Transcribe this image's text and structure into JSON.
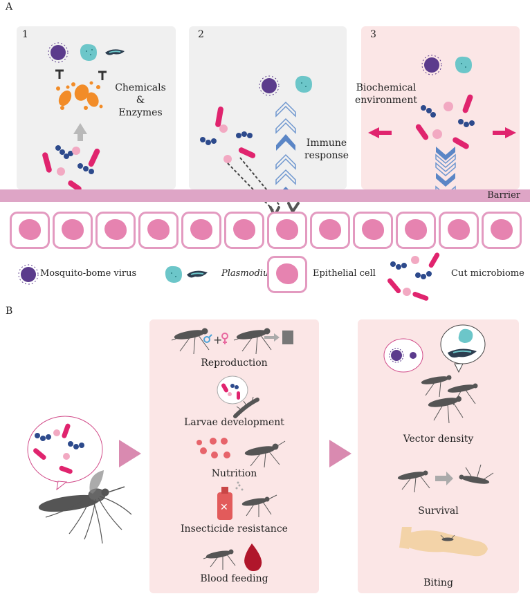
{
  "panel_a": {
    "letter": "A",
    "box1": {
      "number": "1",
      "label": "Chemicals\n&\nEnzymes"
    },
    "box2": {
      "number": "2",
      "label": "Immune\nresponse"
    },
    "box3": {
      "number": "3",
      "label": "Biochemical\nenvironment"
    },
    "barrier_label": "Barrier",
    "legend": {
      "virus": "Mosquito-bome virus",
      "plasmodium": "Plasmodium",
      "epithelial": "Epithelial cell",
      "microbiome": "Cut microbiome"
    }
  },
  "panel_b": {
    "letter": "B",
    "middle_items": [
      "Reproduction",
      "Larvae development",
      "Nutrition",
      "Insecticide resistance",
      "Blood feeding"
    ],
    "right_items": [
      "Vector density",
      "Survival",
      "Biting"
    ]
  },
  "colors": {
    "virus": "#5b3b8c",
    "plasmodium_cell": "#6cc6c9",
    "bacteria_pink": "#e0246e",
    "bacteria_blue": "#2d4a8c",
    "barrier": "#dea5c6",
    "cell_fill": "#e683b0",
    "box_grey": "#f0f0f0",
    "box_pink": "#fbe6e6",
    "arrow_pink": "#d98ab0"
  }
}
